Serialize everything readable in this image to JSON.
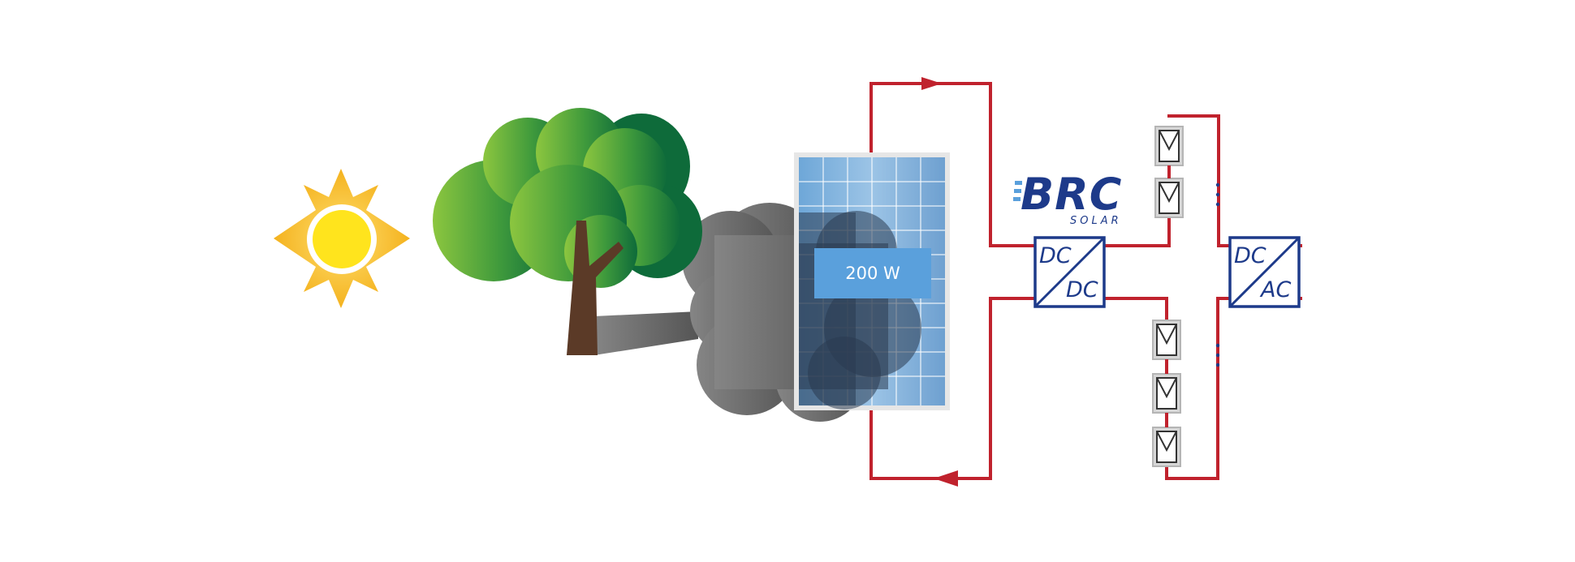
{
  "panel_label": "200 W",
  "brand": {
    "name": "BRC",
    "subtitle": "SOLAR"
  },
  "dcdc_converter": {
    "input": "DC",
    "output": "DC"
  },
  "dcac_inverter": {
    "input": "DC",
    "output": "AC"
  },
  "colors": {
    "wire": "#c0222d",
    "converter_stroke": "#1d3a8a",
    "panel_label_bg": "#5aa0dc",
    "shadow": "#6a6a6a",
    "sun": "#f9c22e",
    "tree_foliage": "#3f9a3c",
    "tree_trunk": "#5b3a27"
  },
  "icons": [
    "sun-icon",
    "tree-icon",
    "shadow-cloud",
    "solar-panel",
    "dc-dc-converter",
    "dc-ac-inverter",
    "pv-module-icon"
  ]
}
